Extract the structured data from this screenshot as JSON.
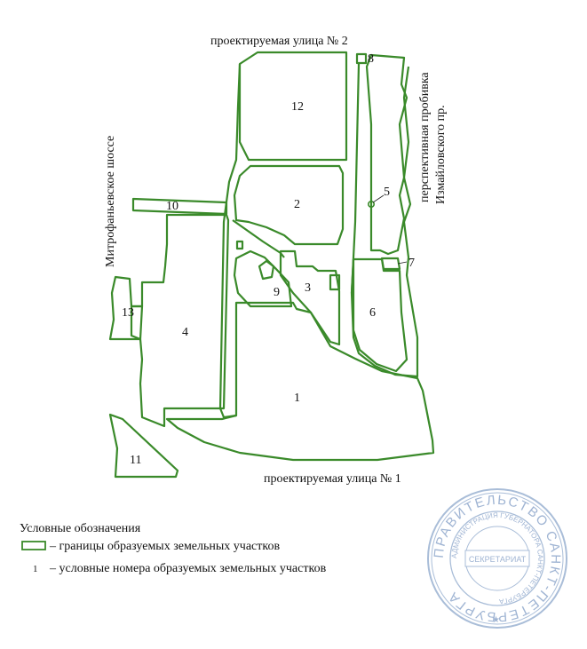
{
  "streets": {
    "north": "проектируемая улица № 2",
    "south": "проектируемая улица № 1",
    "west": "Митрофаньевское шоссе",
    "east_line1": "перспективная пробивка",
    "east_line2": "Измайловского пр."
  },
  "plots": {
    "p1": "1",
    "p2": "2",
    "p3": "3",
    "p4": "4",
    "p5": "5",
    "p6": "6",
    "p7": "7",
    "p8": "8",
    "p9": "9",
    "p10": "10",
    "p11": "11",
    "p12": "12",
    "p13": "13"
  },
  "legend": {
    "title": "Условные обозначения",
    "boundary_text": "– границы образуемых земельных участков",
    "number_sample": "1",
    "number_text": "– условные номера образуемых земельных участков"
  },
  "stamp": {
    "outer_text": "ПРАВИТЕЛЬСТВО САНКТ-ПЕТЕРБУРГА",
    "inner_text": "АДМИНИСТРАЦИЯ ГУБЕРНАТОРА САНКТ-ПЕТЕРБУРГА",
    "center_text": "СЕКРЕТАРИАТ"
  },
  "colors": {
    "boundary": "#3a8a2a",
    "stamp": "#a9bdd8"
  }
}
